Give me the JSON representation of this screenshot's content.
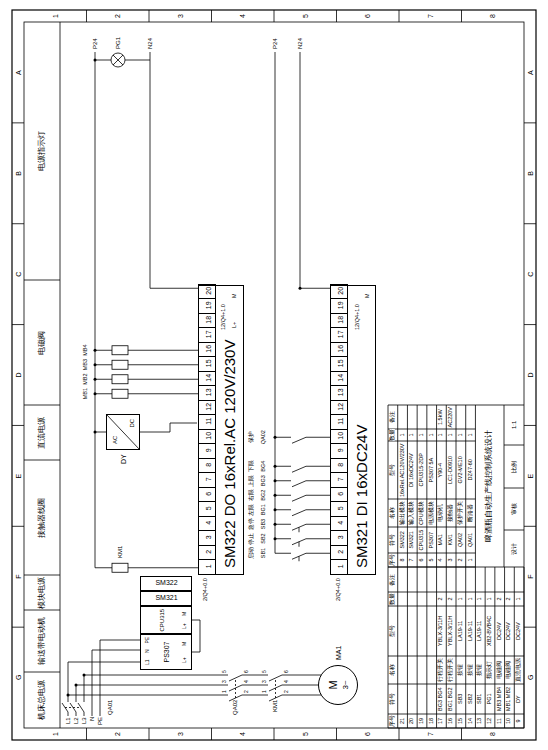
{
  "diagram": {
    "nodes": [
      {
        "text": [
          "SM322 DO 16xRel.AC 120V/230V"
        ]
      },
      {
        "text": [
          "1"
        ],
        "in": 0
      },
      {
        "text": [
          "2"
        ],
        "in": 0
      },
      {
        "text": [
          "3"
        ],
        "in": 0
      },
      {
        "text": [
          "4"
        ],
        "in": 0
      },
      {
        "text": [
          "5"
        ],
        "in": 0
      },
      {
        "text": [
          "6"
        ],
        "in": 0
      },
      {
        "text": [
          "7"
        ],
        "in": 0
      },
      {
        "text": [
          "8"
        ],
        "in": 0
      },
      {
        "text": [
          "9"
        ],
        "in": 0
      },
      {
        "text": [
          "10"
        ],
        "in": 0
      },
      {
        "text": [
          "11"
        ],
        "in": 0
      },
      {
        "text": [
          "12"
        ],
        "in": 0
      },
      {
        "text": [
          "13"
        ],
        "in": 0
      },
      {
        "text": [
          "14"
        ],
        "in": 0
      },
      {
        "text": [
          "15"
        ],
        "in": 0
      },
      {
        "text": [
          "16"
        ],
        "in": 0
      },
      {
        "text": [
          "17"
        ],
        "in": 0
      },
      {
        "text": [
          "18"
        ],
        "in": 0
      },
      {
        "text": [
          "19"
        ],
        "in": 0
      },
      {
        "text": [
          "20"
        ],
        "in": 0
      },
      {
        "text": [
          "SM321 DI 16xDC24V"
        ]
      },
      {
        "text": [
          "1"
        ],
        "in": 21
      },
      {
        "text": [
          "2"
        ],
        "in": 21
      },
      {
        "text": [
          "3"
        ],
        "in": 21
      },
      {
        "text": [
          "4"
        ],
        "in": 21
      },
      {
        "text": [
          "5"
        ],
        "in": 21
      },
      {
        "text": [
          "6"
        ],
        "in": 21
      },
      {
        "text": [
          "7"
        ],
        "in": 21
      },
      {
        "text": [
          "8"
        ],
        "in": 21
      },
      {
        "text": [
          "9"
        ],
        "in": 21
      },
      {
        "text": [
          "10"
        ],
        "in": 21
      },
      {
        "text": [
          "11"
        ],
        "in": 21
      },
      {
        "text": [
          "12"
        ],
        "in": 21
      },
      {
        "text": [
          "13"
        ],
        "in": 21
      },
      {
        "text": [
          "14"
        ],
        "in": 21
      },
      {
        "text": [
          "15"
        ],
        "in": 21
      },
      {
        "text": [
          "16"
        ],
        "in": 21
      },
      {
        "text": [
          "17"
        ],
        "in": 21
      },
      {
        "text": [
          "18"
        ],
        "in": 21
      },
      {
        "text": [
          "19"
        ],
        "in": 21
      },
      {
        "text": [
          "20"
        ],
        "in": 21
      },
      {
        "text": [
          "PS307"
        ]
      },
      {
        "text": [
          "CPU315"
        ]
      },
      {
        "text": [
          "SM321"
        ]
      },
      {
        "text": [
          "SM322"
        ]
      },
      {
        "text": [
          "M",
          "3~",
          "MA1"
        ]
      },
      {
        "text": [
          "AC",
          "DC",
          "DY"
        ]
      }
    ],
    "edges": [
      {
        "from": 42,
        "to": 43,
        "arrow": "none"
      },
      {
        "from": 47,
        "to": 11,
        "arrow": "none"
      }
    ],
    "labels": [
      "A",
      "B",
      "C",
      "D",
      "E",
      "F",
      "G",
      "A",
      "B",
      "C",
      "D",
      "E",
      "F",
      "G",
      "1",
      "2",
      "3",
      "4",
      "5",
      "6",
      "7",
      "8",
      "1",
      "2",
      "3",
      "4",
      "5",
      "6",
      "7",
      "8",
      "机床总电源",
      "输送带电动机",
      "模块电源",
      "接触器线圈",
      "直流电源",
      "电磁阀",
      "电源指示灯",
      "L1",
      "L2",
      "L3",
      "N",
      "PE",
      "QA01",
      "QA02",
      "1",
      "3",
      "5",
      "2",
      "4",
      "6",
      "KM1",
      "1",
      "3",
      "5",
      "2",
      "4",
      "6",
      "L1",
      "N",
      "PE",
      "L+",
      "M",
      "L+",
      "M",
      "KM1",
      "MB1",
      "MB2",
      "MB3",
      "MB4",
      "PG1",
      "P24",
      "N24",
      "2/Q4+0.0",
      "12/Q4+1.0",
      "L+",
      "M",
      "2/Q4+0.0",
      "12/Q4+1.0",
      "M",
      "启动",
      "停止",
      "急停",
      "左限",
      "右限",
      "上限",
      "下限",
      "保护",
      "SB1",
      "SB2",
      "SB3",
      "BG1",
      "BG2",
      "BG3",
      "BG4",
      "QA02",
      "P24",
      "N24",
      "序号",
      "符号",
      "名称",
      "型号",
      "数量",
      "备注",
      "21",
      "20",
      "19",
      "18",
      "17",
      "BG3 BG4",
      "行程开关",
      "YBLX-3/11H",
      "2",
      "16",
      "BG1 BG2",
      "行程开关",
      "YBLX-3/11H",
      "2",
      "15",
      "SB3",
      "按钮",
      "LA19-11",
      "1",
      "14",
      "SB2",
      "按钮",
      "LA19-11",
      "1",
      "13",
      "SB1",
      "按钮",
      "LA19-11",
      "1",
      "12",
      "PG1",
      "指示灯",
      "XB2-BVB4C",
      "1",
      "11",
      "MB3 MB4",
      "电磁阀",
      "DC24V",
      "2",
      "10",
      "MB1 MB2",
      "电磁阀",
      "DC24V",
      "2",
      "9",
      "DY",
      "直流电源",
      "DC24V",
      "1",
      "序号",
      "符号",
      "名称",
      "型号",
      "数量",
      "备注",
      "8",
      "SM322",
      "输出模块",
      "16xRel.AC120V/230V",
      "1",
      "7",
      "SM321",
      "输入模块",
      "DI 16xDC24V",
      "1",
      "6",
      "CPU315",
      "CPU模块",
      "CPU315-2DP",
      "1",
      "5",
      "PS307",
      "电源模块",
      "PS307 5A",
      "1",
      "4",
      "MA1",
      "电动机",
      "Y90-4",
      "1",
      "1.5kW",
      "3",
      "KM1",
      "接触器",
      "LC1-D0910",
      "1",
      "AC220V",
      "2",
      "QA02",
      "保护开关",
      "GV2-ME10",
      "1",
      "1",
      "QA01",
      "断路器",
      "DZ47-60",
      "1",
      "啤酒瓶自动生产线控制系统设计",
      "设计",
      "审核",
      "比例",
      "1:1"
    ]
  }
}
